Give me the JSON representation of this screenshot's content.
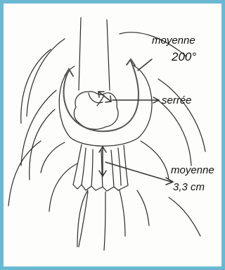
{
  "colors": {
    "border": "#6ab8d2",
    "line": "#2a2a2a",
    "arc": "#555555",
    "background": "#fdfdfc"
  },
  "labels": {
    "top_word": "moyenne",
    "top_value": "200°",
    "middle": "serrée",
    "bottom_word": "moyenne",
    "bottom_value": "3,3 cm"
  }
}
